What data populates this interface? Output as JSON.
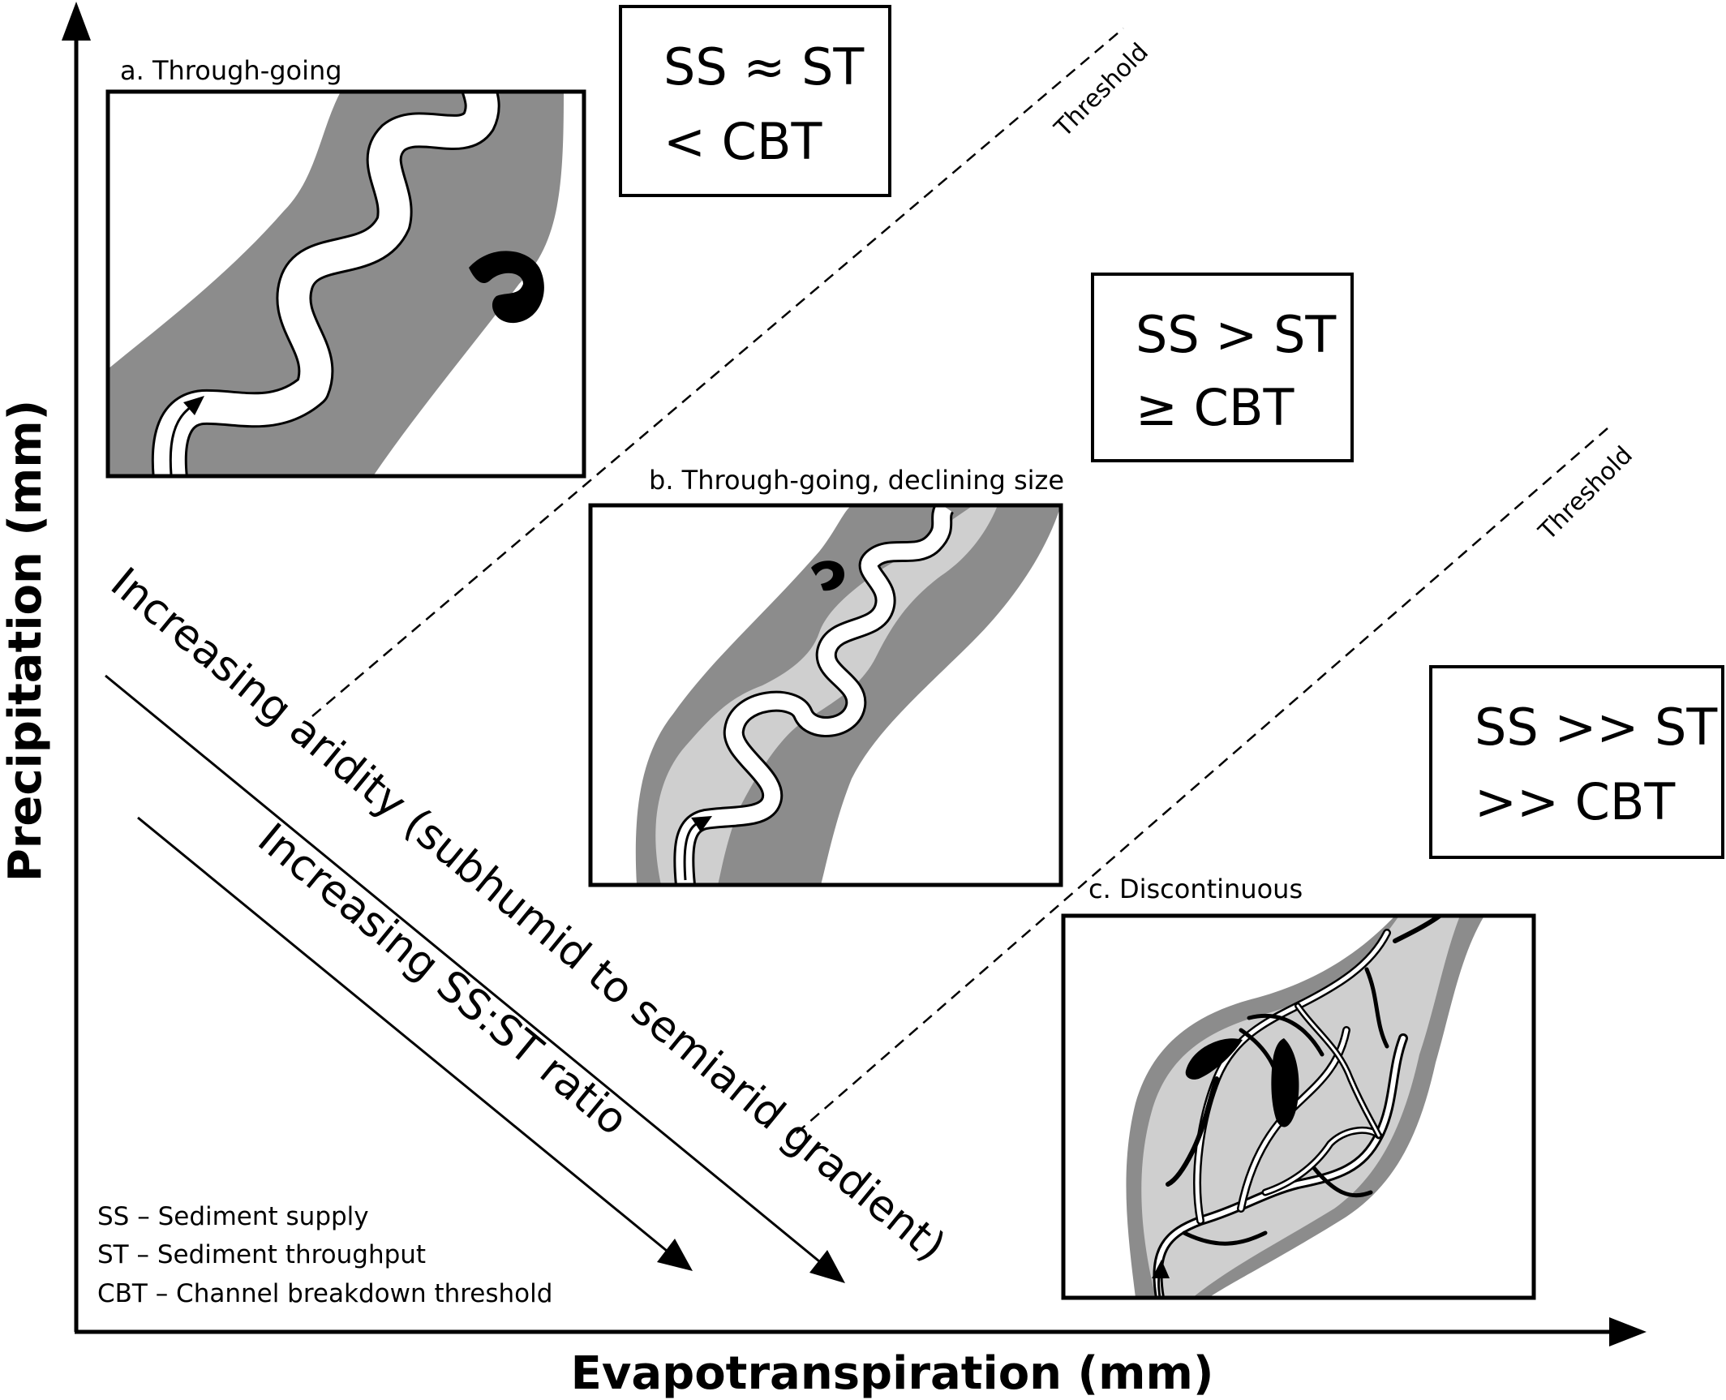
{
  "axes": {
    "x_label": "Evapotranspiration (mm)",
    "y_label": "Precipitation (mm)"
  },
  "panels": {
    "a": {
      "title": "a. Through-going"
    },
    "b": {
      "title": "b. Through-going, declining size"
    },
    "c": {
      "title": "c. Discontinuous"
    }
  },
  "boxes": {
    "box1": {
      "line1": "SS ≈ ST",
      "line2": "< CBT"
    },
    "box2": {
      "line1": "SS > ST",
      "line2": "≥ CBT"
    },
    "box3": {
      "line1": "SS >> ST",
      "line2": ">> CBT"
    }
  },
  "thresholds": {
    "upper": "Threshold",
    "lower": "Threshold"
  },
  "gradients": {
    "aridity": "Increasing aridity (subhumid to semiarid gradient)",
    "ratio": "Increasing SS:ST ratio"
  },
  "legend": [
    "SS – Sediment supply",
    "ST – Sediment throughput",
    "CBT – Channel breakdown threshold"
  ],
  "colors": {
    "dark_gray": "#8c8c8c",
    "light_gray": "#cfcfcf",
    "black": "#000000",
    "white": "#ffffff"
  }
}
